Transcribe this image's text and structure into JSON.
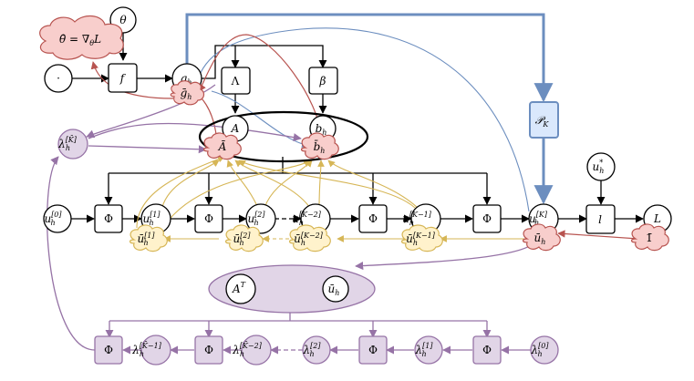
{
  "nodes": {
    "theta": "θ",
    "dot": "·",
    "f": "f",
    "g_h": "g",
    "g_h_sub": "h",
    "lambda_op": "Λ",
    "beta": "β",
    "A": "A",
    "b_h": "b",
    "b_h_sub": "h",
    "proj_K": "𝒫",
    "proj_K_sub": "K",
    "u_star": "u",
    "u_star_sub": "h",
    "u_star_sup": "*",
    "l": "l",
    "L": "L",
    "u0": "u",
    "u0_sub": "h",
    "u0_sup": "[0]",
    "u1": "u",
    "u1_sub": "h",
    "u1_sup": "[1]",
    "u2": "u",
    "u2_sub": "h",
    "u2_sup": "[2]",
    "uK2": "u",
    "uK2_sub": "h",
    "uK2_sup": "[K−2]",
    "uK1": "u",
    "uK1_sub": "h",
    "uK1_sup": "[K−1]",
    "uK": "u",
    "uK_sub": "h",
    "uK_sup": "[K]",
    "phi": "Φ",
    "AT": "A",
    "AT_sup": "T",
    "ubar": "ū",
    "ubar_sub": "h"
  },
  "clouds": {
    "theta_bar": "θ̄ = ∇",
    "theta_bar_sub": "θ",
    "theta_bar_tail": "L",
    "g_bar": "ḡ",
    "g_bar_sub": "h",
    "A_bar": "Ā",
    "b_bar": "b̄",
    "b_bar_sub": "h",
    "ub1": "ū",
    "ub1_sub": "h",
    "ub1_sup": "[1]",
    "ub2": "ū",
    "ub2_sub": "h",
    "ub2_sup": "[2]",
    "ubK2": "ū",
    "ubK2_sub": "h",
    "ubK2_sup": "[K−2]",
    "ubK1": "ū",
    "ubK1_sub": "h",
    "ubK1_sup": "[K−1]",
    "ub_h": "ū",
    "ub_h_sub": "h",
    "one_bar": "1̄"
  },
  "lambdas": {
    "l_top": "λ",
    "l_top_sub": "h",
    "l_top_sup": "[K̄]",
    "l0": "λ",
    "l0_sub": "h",
    "l0_sup": "[0]",
    "l1": "λ",
    "l1_sub": "h",
    "l1_sup": "[1]",
    "l2": "λ",
    "l2_sub": "h",
    "l2_sup": "[2]",
    "lK2": "λ",
    "lK2_sub": "h",
    "lK2_sup": "[K̄−2]",
    "lK1": "λ",
    "lK1_sub": "h",
    "lK1_sup": "[K̄−1]"
  },
  "colors": {
    "purple_fill": "#e1d5e7",
    "purple_stroke": "#9673a6",
    "yellow_fill": "#fff2cc",
    "yellow_stroke": "#d6b656",
    "red_fill": "#f8cecc",
    "red_stroke": "#b85450",
    "blue_fill": "#dae8fc",
    "blue_stroke": "#6c8ebf"
  }
}
